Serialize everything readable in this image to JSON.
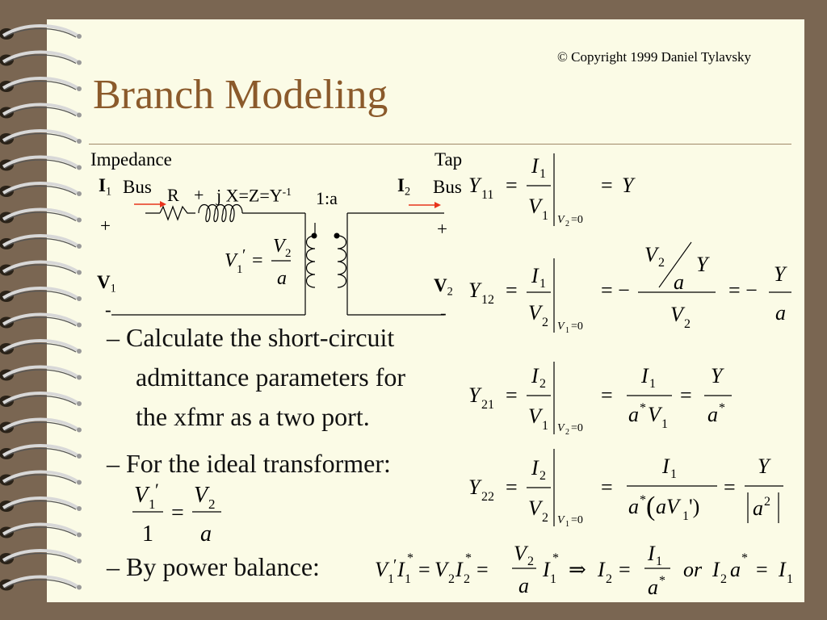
{
  "copyright": "© Copyright 1999 Daniel Tylavsky",
  "title": "Branch Modeling",
  "title_color": "#8b5a2b",
  "circuit": {
    "impedance_label": "Impedance",
    "bus_label": "Bus",
    "tap_label": "Tap",
    "tap_bus_label": "Bus",
    "current1": "I",
    "current1_sub": "1",
    "current2": "I",
    "current2_sub": "2",
    "R": "R",
    "plus_sign": "+",
    "jX": "j X=Z=Y",
    "jX_sup": "-1",
    "ratio": "1:a",
    "plus1": "+",
    "plus2": "+",
    "V1": "V",
    "V1_sub": "1",
    "V2": "V",
    "V2_sub": "2",
    "minus1": "-",
    "minus2": "-",
    "arrow_color": "#e8341c"
  },
  "bullets": {
    "b1_line1": "– Calculate the short-circuit",
    "b1_line2": "admittance parameters for",
    "b1_line3": "the xfmr as a two port.",
    "b2": "– For the ideal transformer:",
    "b3": "– By power balance:"
  },
  "equations": {
    "Y11": "= Y",
    "or": "or"
  }
}
